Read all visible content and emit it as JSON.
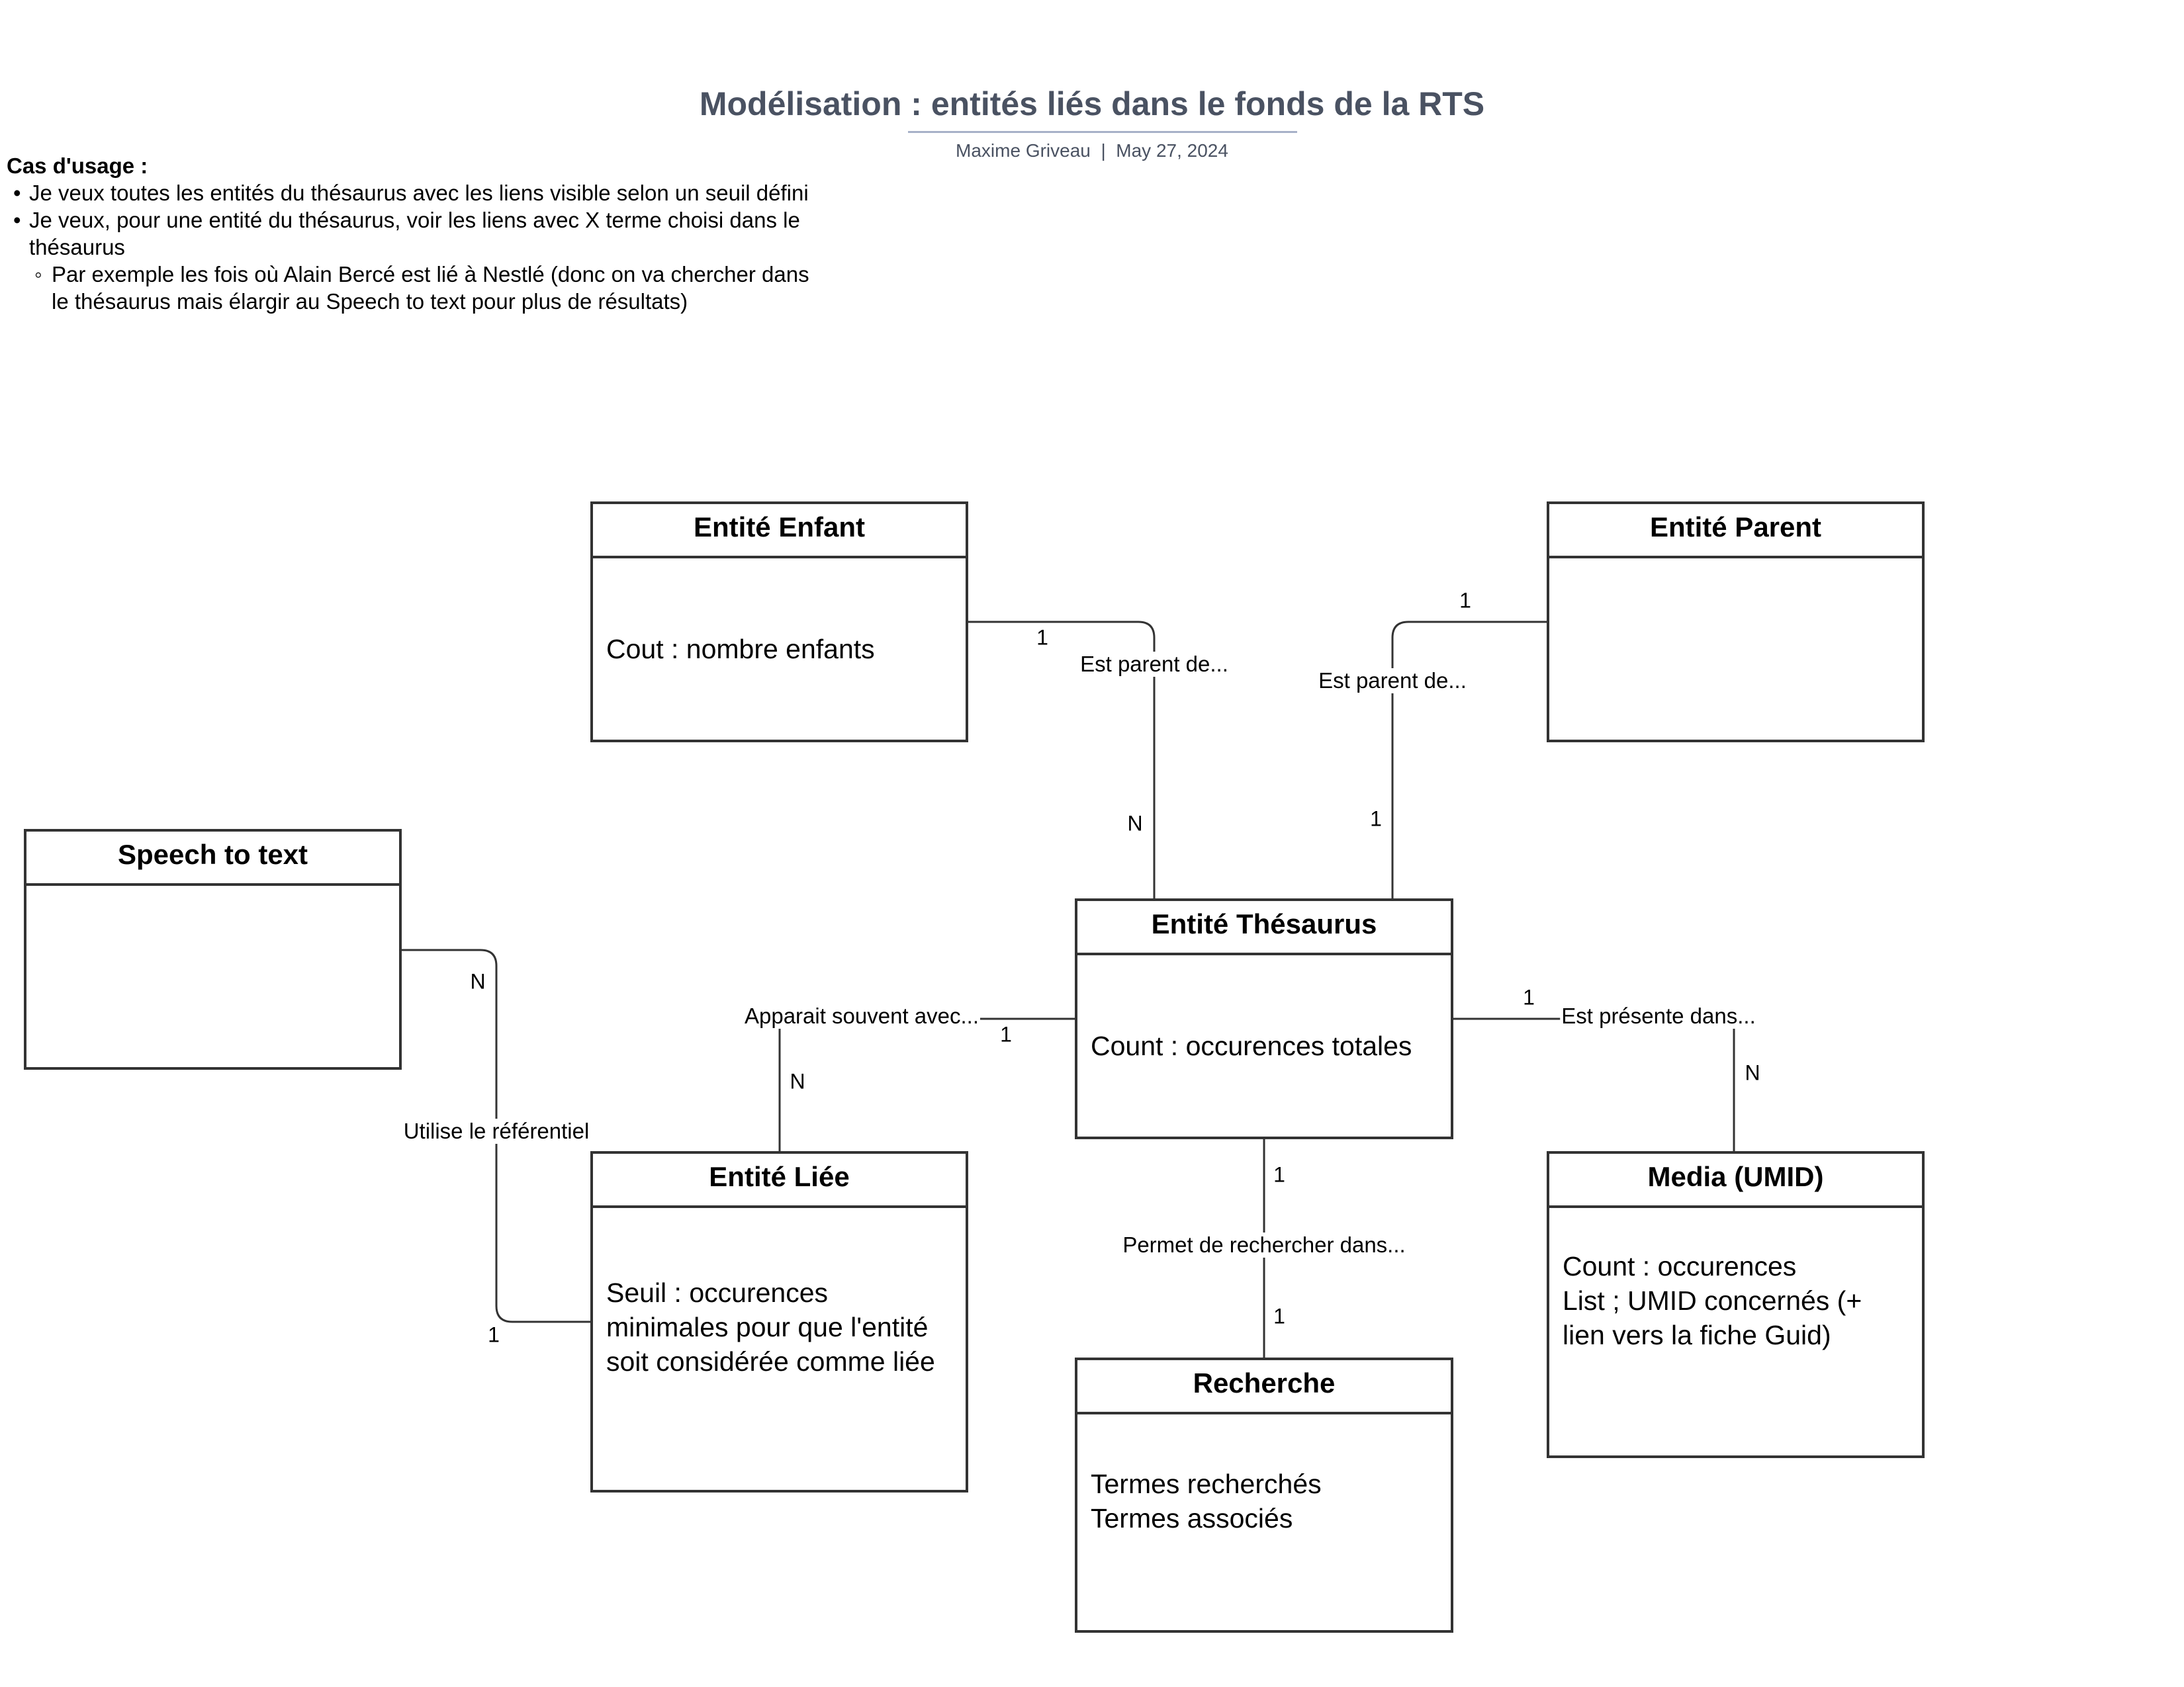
{
  "header": {
    "title": "Modélisation : entités liés dans le fonds de la RTS",
    "author": "Maxime Griveau",
    "separator": "|",
    "date": "May 27, 2024"
  },
  "use_cases": {
    "title": "Cas d'usage :",
    "items": [
      "Je veux toutes les entités du thésaurus avec les liens  visible selon un seuil défini",
      "Je veux, pour une entité du thésaurus, voir les liens avec X terme choisi dans le thésaurus"
    ],
    "sub_items": [
      "Par exemple les fois où Alain Bercé est lié à Nestlé (donc on va chercher dans le thésaurus mais élargir au Speech to text pour plus de résultats)"
    ]
  },
  "entities": {
    "enfant": {
      "title": "Entité Enfant",
      "body": "Cout : nombre enfants"
    },
    "parent": {
      "title": "Entité Parent",
      "body": ""
    },
    "speech": {
      "title": "Speech to text",
      "body": ""
    },
    "thesaurus": {
      "title": "Entité Thésaurus",
      "body": "Count : occurences totales"
    },
    "liee": {
      "title": "Entité Liée",
      "body": "Seuil : occurences minimales pour que l'entité soit considérée comme liée"
    },
    "media": {
      "title": "Media (UMID)",
      "body": "Count : occurences\nList ; UMID concernés (+ lien vers la fiche Guid)"
    },
    "recherche": {
      "title": "Recherche",
      "body": "Termes recherchés\nTermes associés"
    }
  },
  "relations": {
    "enfant_parent_de": {
      "label": "Est parent de...",
      "card_entity": "1",
      "card_thesaurus": "N"
    },
    "parent_parent_de": {
      "label": "Est parent de...",
      "card_entity": "1",
      "card_thesaurus": "1"
    },
    "apparait": {
      "label": "Apparait souvent avec...",
      "card_thesaurus": "1",
      "card_liee": "N"
    },
    "presente": {
      "label": "Est présente dans...",
      "card_thesaurus": "1",
      "card_media": "N"
    },
    "recherche": {
      "label": "Permet de rechercher dans...",
      "card_thesaurus": "1",
      "card_recherche": "1"
    },
    "utilise": {
      "label": "Utilise le référentiel",
      "card_speech": "N",
      "card_liee": "1"
    }
  }
}
